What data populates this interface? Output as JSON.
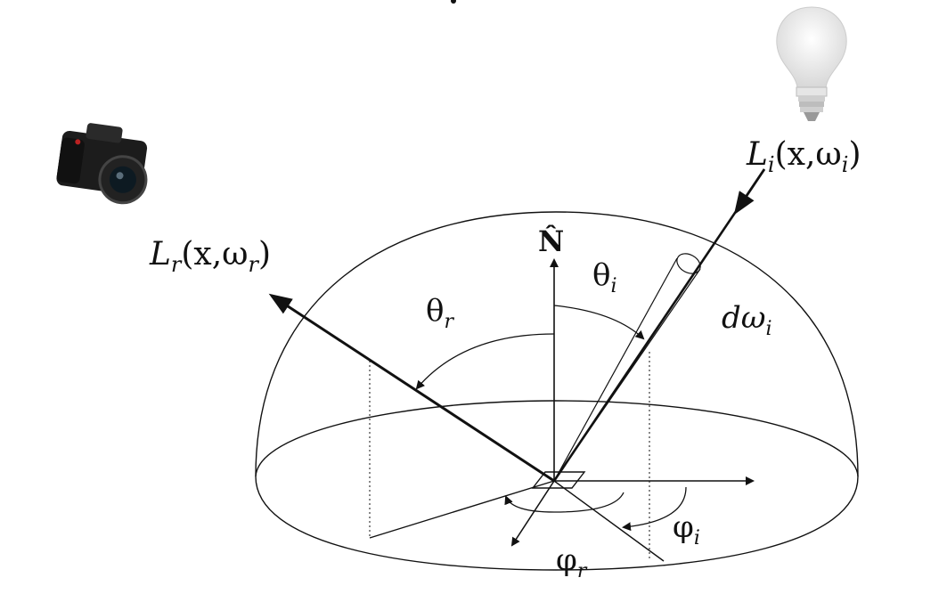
{
  "labels": {
    "incident_radiance": {
      "L": "L",
      "sub": "i",
      "args": "(x,ω",
      "argsub": "i",
      "close": ")"
    },
    "reflected_radiance": {
      "L": "L",
      "sub": "r",
      "args": "(x,ω",
      "argsub": "r",
      "close": ")"
    },
    "normal": "N̂",
    "theta_i": {
      "sym": "θ",
      "sub": "i"
    },
    "theta_r": {
      "sym": "θ",
      "sub": "r"
    },
    "d_omega_i": {
      "sym": "dω",
      "sub": "i"
    },
    "phi_i": {
      "sym": "φ",
      "sub": "i"
    },
    "phi_r": {
      "sym": "φ",
      "sub": "r"
    }
  },
  "colors": {
    "ink": "#111111",
    "background": "#ffffff"
  }
}
